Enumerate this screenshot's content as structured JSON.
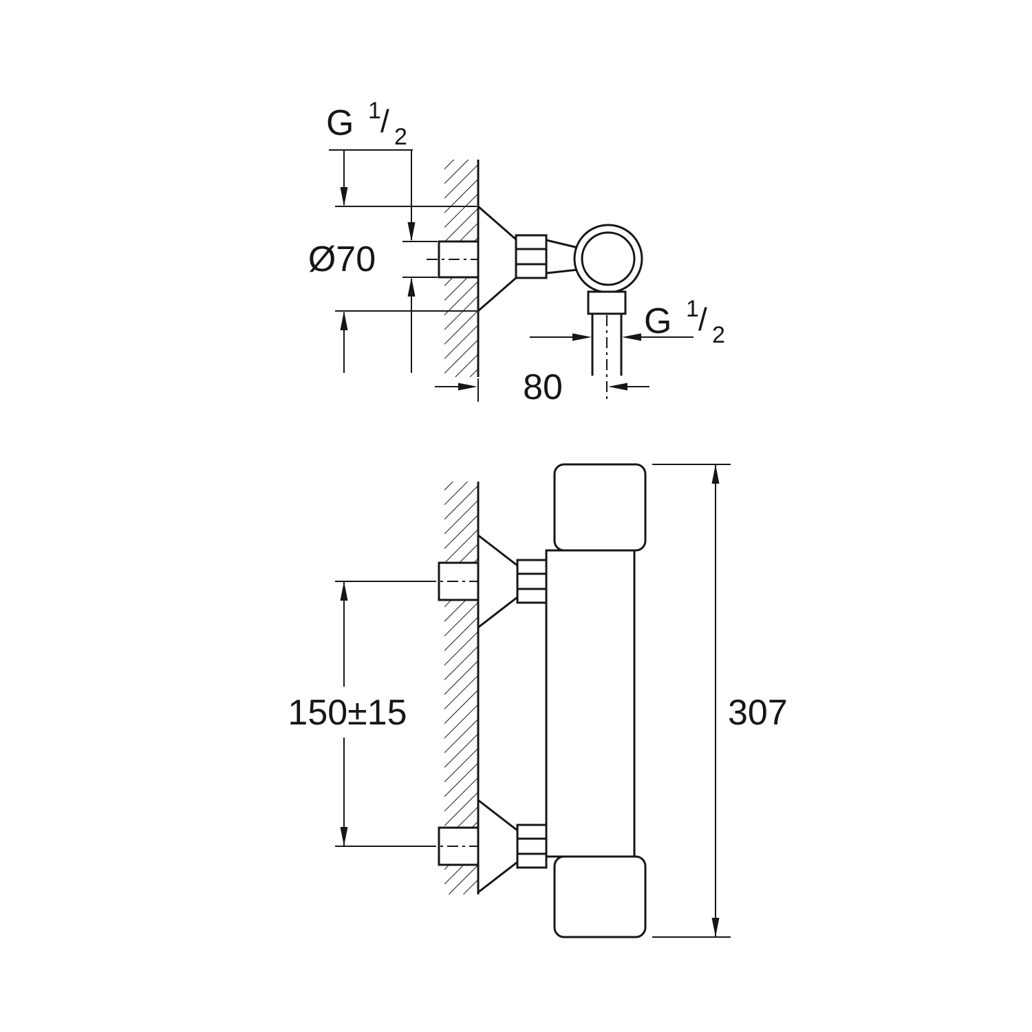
{
  "page": {
    "background": "#ffffff",
    "line_color": "#161616"
  },
  "drawing": {
    "top_view": {
      "thread_label": {
        "prefix": "G",
        "numerator": "1",
        "slash": "/",
        "denominator": "2"
      },
      "diameter_label": "Ø70",
      "outlet_thread_label": {
        "prefix": "G",
        "numerator": "1",
        "slash": "/",
        "denominator": "2"
      },
      "wall_distance_label": "80"
    },
    "front_view": {
      "inlet_spacing_label": "150±15",
      "height_label": "307"
    }
  }
}
